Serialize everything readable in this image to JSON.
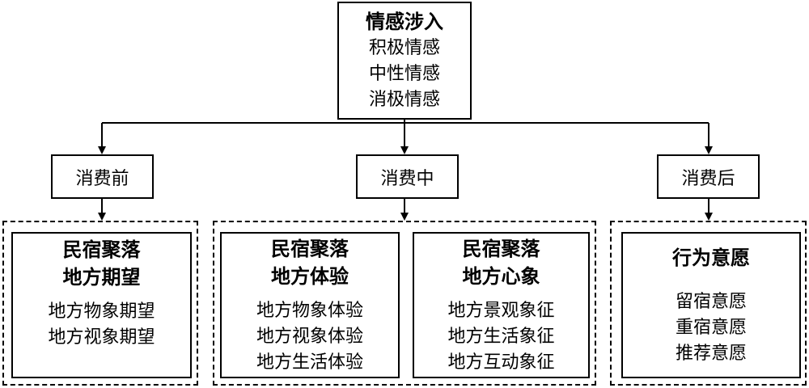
{
  "top": {
    "title": "情感涉入",
    "items": [
      "积极情感",
      "中性情感",
      "消极情感"
    ]
  },
  "phases": {
    "before": "消费前",
    "during": "消费中",
    "after": "消费后"
  },
  "groups": {
    "expectation": {
      "title_line1": "民宿聚落",
      "title_line2": "地方期望",
      "items": [
        "地方物象期望",
        "地方视象期望"
      ]
    },
    "experience": {
      "title_line1": "民宿聚落",
      "title_line2": "地方体验",
      "items": [
        "地方物象体验",
        "地方视象体验",
        "地方生活体验"
      ]
    },
    "image": {
      "title_line1": "民宿聚落",
      "title_line2": "地方心象",
      "items": [
        "地方景观象征",
        "地方生活象征",
        "地方互动象征"
      ]
    },
    "intention": {
      "title": "行为意愿",
      "items": [
        "留宿意愿",
        "重宿意愿",
        "推荐意愿"
      ]
    }
  }
}
